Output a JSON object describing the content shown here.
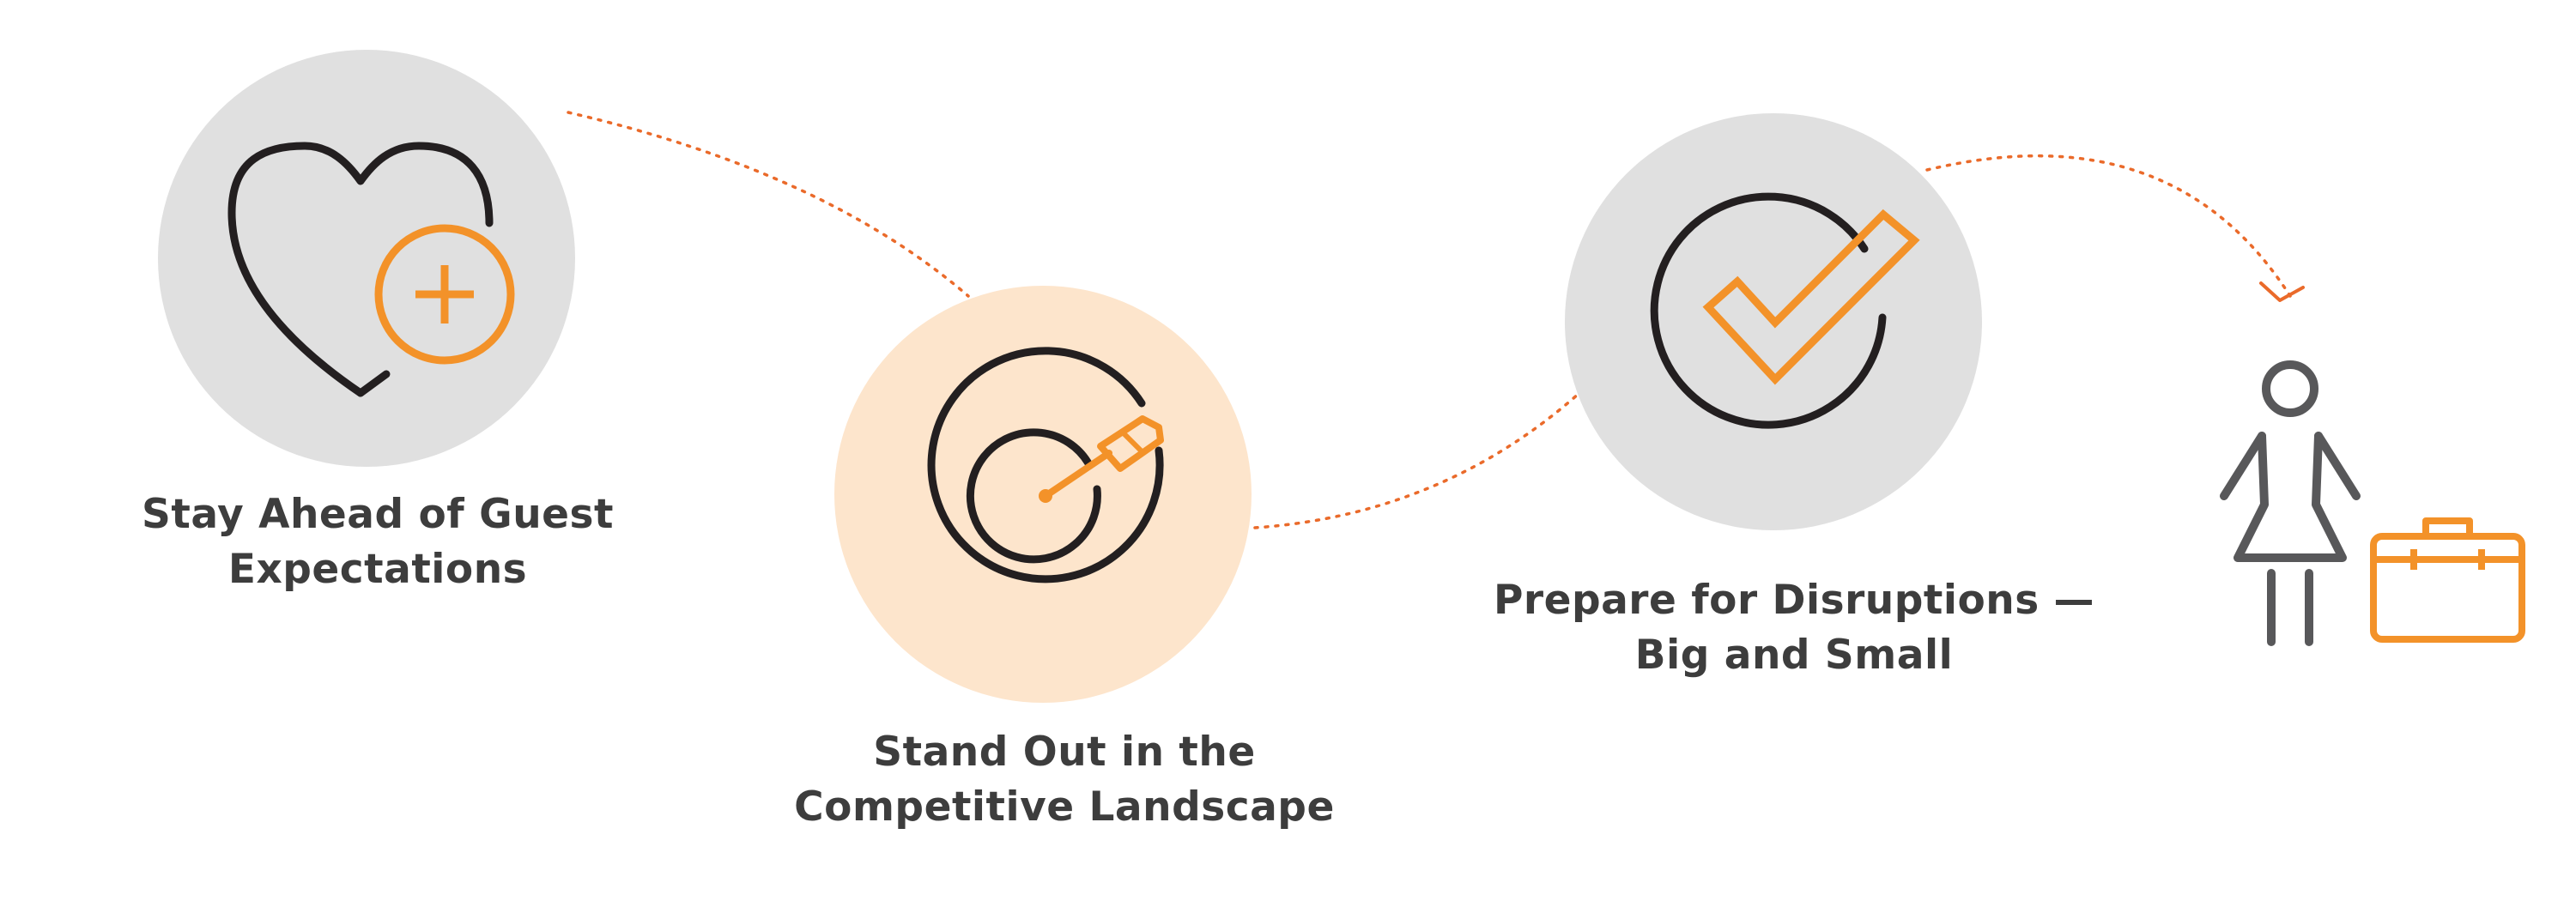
{
  "diagram": {
    "steps": [
      {
        "id": "guest-expectations",
        "label_lines": [
          "Stay Ahead of Guest",
          "Expectations"
        ],
        "icon": "heart-plus-icon",
        "circle_color": "#e0e0e0"
      },
      {
        "id": "competitive-landscape",
        "label_lines": [
          "Stand Out in the",
          "Competitive Landscape"
        ],
        "icon": "target-arrow-icon",
        "circle_color": "#fde5cc"
      },
      {
        "id": "disruptions",
        "label_lines": [
          "Prepare for Disruptions —",
          "Big and Small"
        ],
        "icon": "checkmark-circle-icon",
        "circle_color": "#e0e0e0"
      },
      {
        "id": "traveler",
        "label_lines": [],
        "icon": "traveler-suitcase-icon",
        "circle_color": ""
      }
    ],
    "colors": {
      "accent_orange": "#f39229",
      "connector_orange": "#ea6a2a",
      "icon_dark": "#231f20",
      "figure_gray": "#58585a",
      "text_dark": "#3d3d3d"
    }
  }
}
